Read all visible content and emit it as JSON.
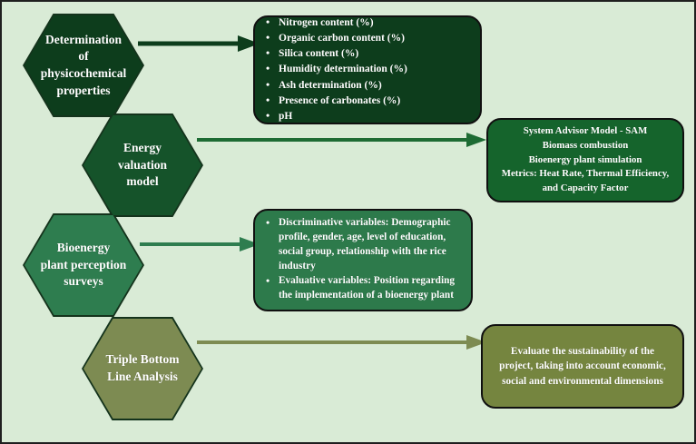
{
  "diagram": {
    "title": "Research methodology flow diagram",
    "background_color": "#d9ebd6",
    "frame_color": "#1f1f1f"
  },
  "palette": {
    "dark_green": "#0d3d1c",
    "forest_green": "#15532a",
    "sea_green": "#2e7d4f",
    "box_green": "#2d7a4b",
    "olive": "#7d8b52",
    "olive_box": "#75853f",
    "white": "#ffffff",
    "outline": "#101010"
  },
  "stages": [
    {
      "id": "physicochemical",
      "hexagon": {
        "label": "Determination of\nphysicochemical\nproperties",
        "fill": "#0d3d1c",
        "text_color": "#ffffff"
      },
      "arrow": {
        "name": "arrow-physicochemical-to-properties",
        "color": "#0d3d1c",
        "direction": "right"
      },
      "box": {
        "kind": "bullets",
        "fill": "#0d3d1c",
        "items": [
          "Nitrogen content (%)",
          "Organic carbon content (%)",
          "Silica content (%)",
          "Humidity determination (%)",
          "Ash determination (%)",
          "Presence of carbonates (%)",
          "pH"
        ]
      }
    },
    {
      "id": "energy-valuation",
      "hexagon": {
        "label": "Energy\nvaluation\nmodel",
        "fill": "#15532a",
        "text_color": "#ffffff"
      },
      "arrow": {
        "name": "arrow-energy-valuation-to-sam",
        "color": "#1d6b33",
        "direction": "right"
      },
      "box": {
        "kind": "centered",
        "fill": "#15642c",
        "text": "System Advisor Model - SAM\nBiomass combustion\nBioenergy plant simulation\nMetrics: Heat Rate, Thermal Efficiency,\nand Capacity Factor"
      }
    },
    {
      "id": "perception-surveys",
      "hexagon": {
        "label": "Bioenergy\nplant perception\nsurveys",
        "fill": "#2e7d4f",
        "text_color": "#ffffff"
      },
      "arrow": {
        "name": "arrow-surveys-to-variables",
        "color": "#2e7d4f",
        "direction": "right"
      },
      "box": {
        "kind": "bullets",
        "fill": "#2d7a4b",
        "items": [
          "Discriminative variables: Demographic profile, gender, age, level of education, social group, relationship with the rice industry",
          "Evaluative variables: Position regarding the implementation of a bioenergy plant"
        ]
      }
    },
    {
      "id": "triple-bottom-line",
      "hexagon": {
        "label": "Triple Bottom\nLine Analysis",
        "fill": "#7d8b52",
        "text_color": "#ffffff"
      },
      "arrow": {
        "name": "arrow-triple-bottom-line-to-sustainability",
        "color": "#7d8b52",
        "direction": "right"
      },
      "box": {
        "kind": "centered",
        "fill": "#75853f",
        "text": "Evaluate the sustainability of the\nproject, taking into account economic,\nsocial and environmental dimensions"
      }
    }
  ]
}
